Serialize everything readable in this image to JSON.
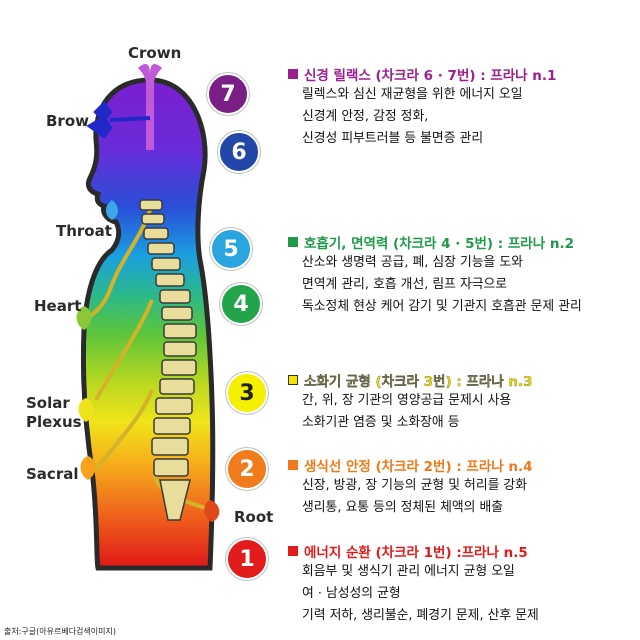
{
  "figure_labels": {
    "crown": "Crown",
    "brow": "Brow",
    "throat": "Throat",
    "heart": "Heart",
    "solar_1": "Solar",
    "solar_2": "Plexus",
    "sacral": "Sacral",
    "root": "Root"
  },
  "circles": [
    {
      "num": "7",
      "bg": "#7b1f86",
      "fg": "#ffffff"
    },
    {
      "num": "6",
      "bg": "#2147a8",
      "fg": "#ffffff"
    },
    {
      "num": "5",
      "bg": "#2aa5e0",
      "fg": "#ffffff"
    },
    {
      "num": "4",
      "bg": "#23a34a",
      "fg": "#ffffff"
    },
    {
      "num": "3",
      "bg": "#f4f000",
      "fg": "#222222"
    },
    {
      "num": "2",
      "bg": "#f07c1c",
      "fg": "#ffffff"
    },
    {
      "num": "1",
      "bg": "#e21b1b",
      "fg": "#ffffff"
    }
  ],
  "sections": [
    {
      "header": "신경 릴랙스 (차크라  6 · 7번) : 프라나 n.1",
      "color": "#9a1f8f",
      "lines": [
        "릴렉스와 심신 재균형을 위한 에너지 오일",
        "신경계 안정, 감정 정화,",
        "신경성 피부트러블 등 불면증 관리"
      ]
    },
    {
      "header": "호흡기, 면역력 (차크라 4 · 5번) : 프라나 n.2",
      "color": "#1f9a48",
      "lines": [
        "산소와 생명력 공급, 폐, 심장 기능을 도와",
        "면역계 관리, 호흡 개선, 림프 자극으로",
        "독소정체 현상 케어 감기 및 기관지 호흡관 문제 관리"
      ]
    },
    {
      "header": "소화기 균형 (차크라 3번) : 프라나 n.3",
      "color": "#f4e500",
      "lines": [
        "간, 위, 장 기관의 영양공급 문제시 사용",
        "소화기관 염증 및 소화장애 등"
      ]
    },
    {
      "header": "생식선 안정 (차크라 2번) : 프라나 n.4",
      "color": "#ef7a1a",
      "lines": [
        "신장, 방광, 장 기능의 균형 및 허리를 강화",
        "생리통, 요통 등의 정체된 체액의 배출"
      ]
    },
    {
      "header": "에너지 순환 (차크라 1번) :프라나 n.5",
      "color": "#e01b1b",
      "lines": [
        "회음부 및 생식기 관리 에너지 균형 오일",
        "여 · 남성성의 균형",
        "기력 저하, 생리불순, 폐경기 문제, 산후 문제"
      ]
    }
  ],
  "source": "출처:구글(아유르베다검색이미지)"
}
